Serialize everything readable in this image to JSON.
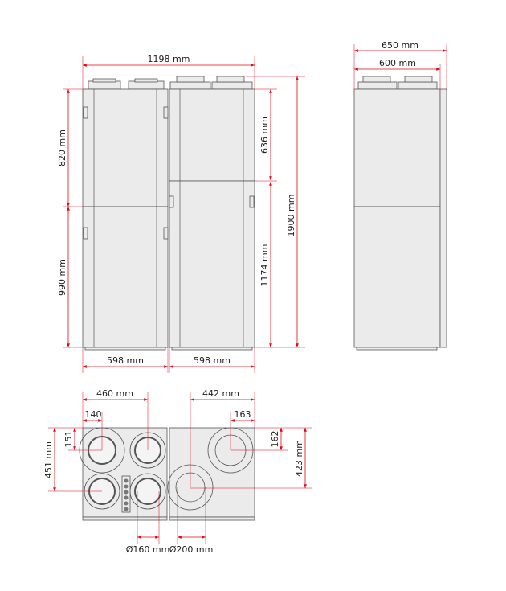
{
  "front_view": {
    "total_width": "1198 mm",
    "left_upper_height": "820 mm",
    "left_lower_height": "990 mm",
    "right_upper_height": "636 mm",
    "right_lower_height": "1174 mm",
    "total_height": "1900 mm",
    "left_width": "598 mm",
    "right_width": "598 mm"
  },
  "side_view": {
    "outer_depth": "650 mm",
    "body_depth": "600 mm"
  },
  "top_view": {
    "left_spigot_spacing": "460 mm",
    "left_spigot_offset_x": "140",
    "left_spigot_offset_y": "151",
    "left_spigot_y": "451 mm",
    "right_spigot_spacing": "442 mm",
    "right_spigot_offset_x": "163",
    "right_spigot_offset_y": "162",
    "right_spigot_y": "423 mm",
    "left_diameter": "Ø160 mm",
    "right_diameter": "Ø200 mm"
  },
  "colors": {
    "dimension": "#e30613",
    "panel": "#ebebeb"
  }
}
